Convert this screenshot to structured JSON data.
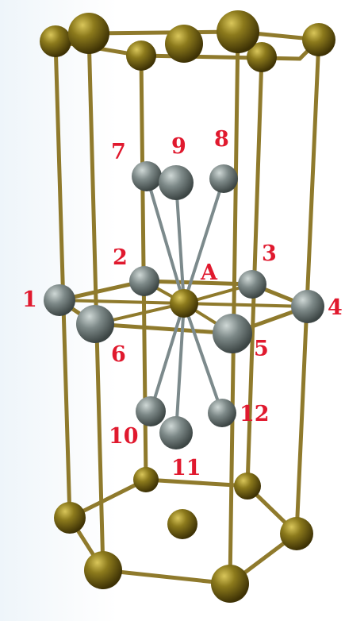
{
  "diagram": {
    "colors": {
      "frame_atom": "#7a6914",
      "neighbor_atom": "#7f8a89",
      "bond_frame": "#8f7a2c",
      "bond_neighbor": "#7c8a8c",
      "label": "#e0192e"
    },
    "labels": {
      "n1": "1",
      "n2": "2",
      "n3": "3",
      "n4": "4",
      "n5": "5",
      "n6": "6",
      "n7": "7",
      "n8": "8",
      "n9": "9",
      "n10": "10",
      "n11": "11",
      "n12": "12",
      "center": "A"
    }
  }
}
